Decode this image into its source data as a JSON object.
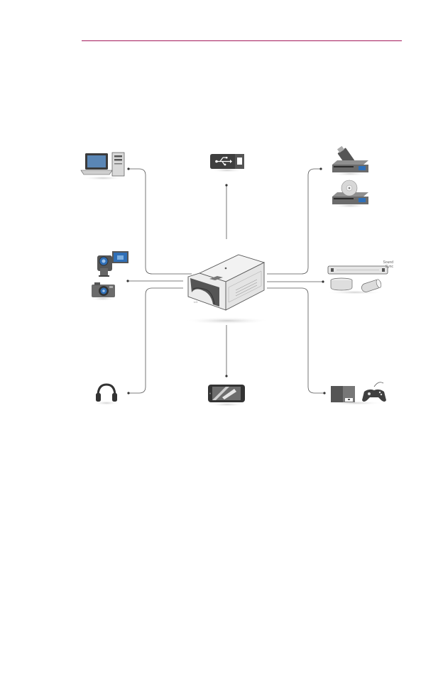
{
  "header": {
    "rule_color": "#a3195b"
  },
  "diagram": {
    "center": "projector-icon",
    "devices": [
      {
        "icon": "pc-icon",
        "group": "top-left"
      },
      {
        "icon": "usb-icon",
        "group": "top"
      },
      {
        "icon": "media-player-icon",
        "group": "top-right"
      },
      {
        "icon": "dvd-player-icon",
        "group": "top-right"
      },
      {
        "icon": "camcorder-icon",
        "group": "left"
      },
      {
        "icon": "camera-icon",
        "group": "left"
      },
      {
        "icon": "soundbar-icon",
        "group": "right"
      },
      {
        "icon": "speaker-icon",
        "group": "right"
      },
      {
        "icon": "headphones-icon",
        "group": "bottom-left"
      },
      {
        "icon": "smartphone-icon",
        "group": "bottom"
      },
      {
        "icon": "set-top-box-icon",
        "group": "bottom-right"
      },
      {
        "icon": "game-controller-icon",
        "group": "bottom-right"
      }
    ],
    "sound_sync_label": "Sound\nSync",
    "line_color": "#555555",
    "icon_color": "#4d4d4d",
    "accent_color": "#2f6fb7"
  }
}
